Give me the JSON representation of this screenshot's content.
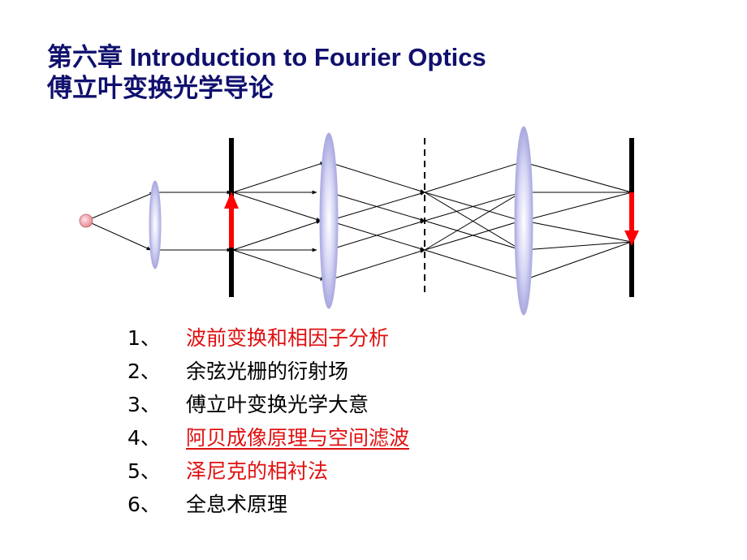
{
  "title": {
    "line1": "第六章 Introduction to Fourier Optics",
    "line2": "傅立叶变换光学导论"
  },
  "colors": {
    "title": "#10106e",
    "highlight": "#e01010",
    "lens": "#c8c8ef",
    "arrow": "#ff0000",
    "source": "#f2a0a8"
  },
  "toc": [
    {
      "num": "1、",
      "text": "波前变换和相因子分析",
      "color": "red",
      "underline": false
    },
    {
      "num": "2、",
      "text": "余弦光栅的衍射场",
      "color": "black",
      "underline": false
    },
    {
      "num": "3、",
      "text": "傅立叶变换光学大意",
      "color": "black",
      "underline": false
    },
    {
      "num": "4、",
      "text": "阿贝成像原理与空间滤波",
      "color": "red",
      "underline": true
    },
    {
      "num": "5、",
      "text": "泽尼克的相衬法",
      "color": "red",
      "underline": false
    },
    {
      "num": "6、",
      "text": "全息术原理",
      "color": "black",
      "underline": false
    }
  ]
}
